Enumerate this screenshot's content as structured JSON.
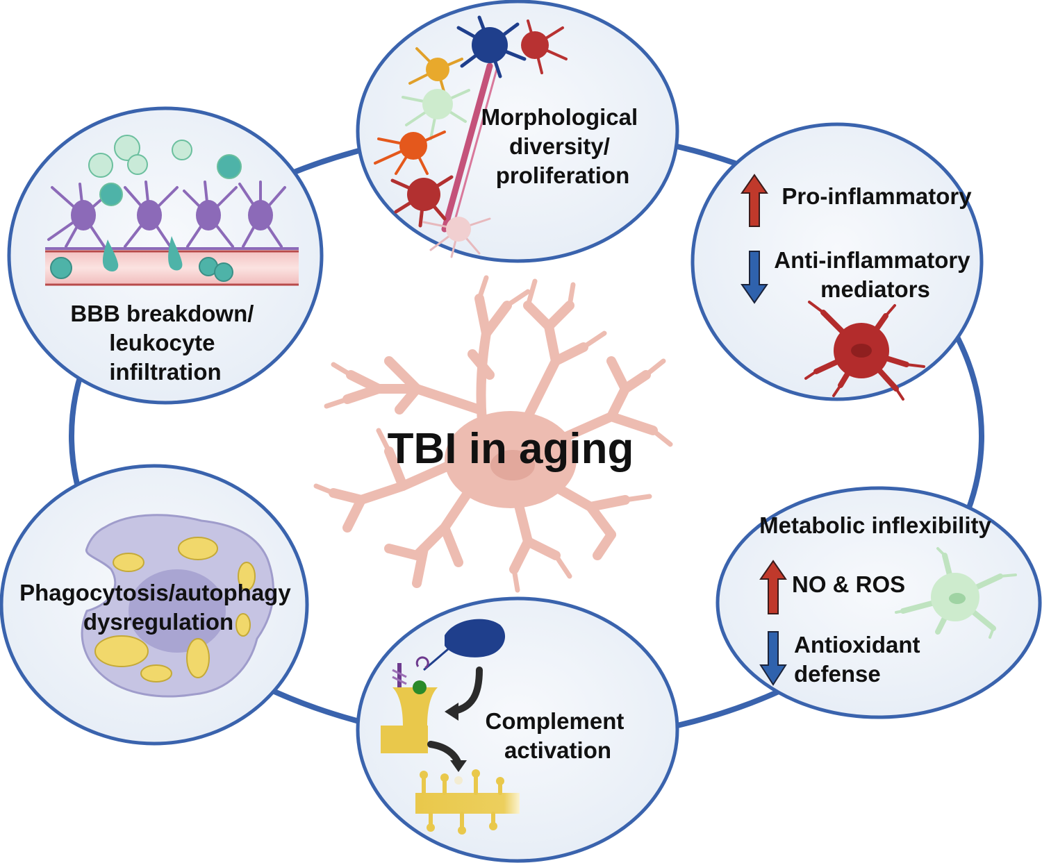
{
  "diagram": {
    "center": {
      "label": "TBI in aging",
      "icon": "microglia-cell-icon"
    },
    "colors": {
      "ring": "#3a63ad",
      "node_fill": "#eef3f9",
      "up_arrow": "#c0392b",
      "down_arrow": "#2f62ad",
      "center_cell": "#edbcb1"
    },
    "nodes": {
      "morphology": {
        "lines": [
          "Morphological",
          "diversity/",
          "proliferation"
        ],
        "icon": "microglia-cluster-icon"
      },
      "inflammatory": {
        "up": "Pro-inflammatory",
        "down_lines": [
          "Anti-inflammatory",
          "mediators"
        ],
        "icon": "activated-microglia-icon"
      },
      "metabolic": {
        "title": "Metabolic inflexibility",
        "up": "NO & ROS",
        "down_lines": [
          "Antioxidant",
          "defense"
        ],
        "icon": "microglia-green-icon"
      },
      "complement": {
        "lines": [
          "Complement",
          "activation"
        ],
        "icon": "synapse-pruning-icon"
      },
      "phagocytosis": {
        "lines": [
          "Phagocytosis/autophagy",
          "dysregulation"
        ],
        "icon": "phagocyte-cell-icon"
      },
      "bbb": {
        "lines": [
          "BBB breakdown/",
          "leukocyte",
          "infiltration"
        ],
        "icon": "blood-vessel-icon"
      }
    }
  }
}
